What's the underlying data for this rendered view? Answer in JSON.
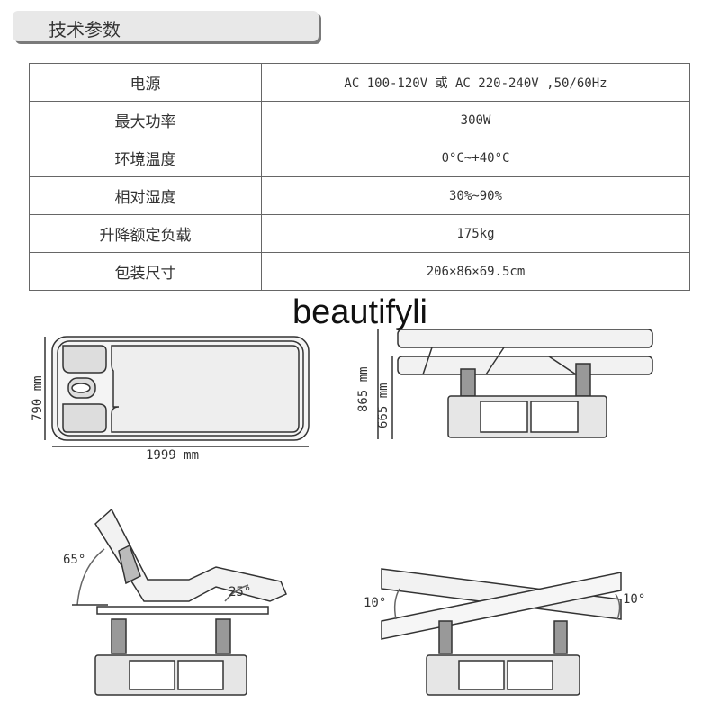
{
  "header": {
    "title": "技术参数"
  },
  "specs": [
    {
      "label": "电源",
      "value": "AC 100-120V 或 AC 220-240V ,50/60Hz"
    },
    {
      "label": "最大功率",
      "value": "300W"
    },
    {
      "label": "环境温度",
      "value": "0°C~+40°C"
    },
    {
      "label": "相对湿度",
      "value": "30%~90%"
    },
    {
      "label": "升降额定负载",
      "value": "175kg"
    },
    {
      "label": "包装尺寸",
      "value": "206×86×69.5cm"
    }
  ],
  "watermark": "beautifyli",
  "dimensions": {
    "top_width": "790 mm",
    "top_length": "1999 mm",
    "max_height": "865 mm",
    "min_height": "665 mm",
    "back_angle": "65°",
    "leg_angle": "25°",
    "tilt_left": "10°",
    "tilt_right": "10°"
  }
}
